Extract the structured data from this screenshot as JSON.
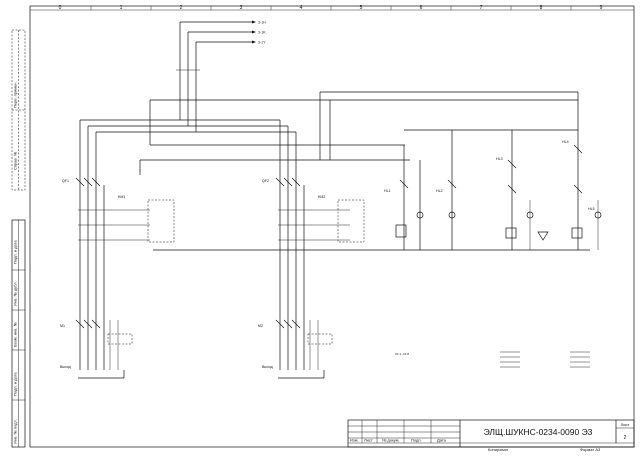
{
  "zones": [
    "0",
    "1",
    "2",
    "3",
    "4",
    "5",
    "6",
    "7",
    "8",
    "9"
  ],
  "left_stamp": {
    "perv_primen": "Перв. примен.",
    "sprav_no": "Справ. №",
    "podp_data_1": "Подп. и дата",
    "inv_dubl": "Инв. № дубл.",
    "vzam_inv": "Взам. инв. №",
    "podp_data_2": "Подп. и дата",
    "inv_podl": "Инв. № подл."
  },
  "title_block": {
    "designation": "ЭЛЩ.ШУКНС-0234-0090 Э3",
    "sheet_label": "Лист",
    "sheet_number": "2",
    "col_izm": "Изм.",
    "col_list": "Лист",
    "col_doc": "№ докум.",
    "col_podp": "Подп.",
    "col_data": "Дата",
    "kopiroval": "Копировал",
    "format": "Формат  А3"
  },
  "schematic": {
    "out1": "3-1H",
    "out2": "3-1K",
    "out3": "3-1Y",
    "qf1": "QF1",
    "qf2": "QF2",
    "km1": "KM1",
    "km2": "KM2",
    "m1": "M1",
    "m2": "M2",
    "vyhod1": "Выход",
    "vyhod2": "Выход",
    "hl1": "HL1",
    "hl2": "HL2",
    "hl3": "HL3",
    "hl4": "HL4",
    "hl5": "HL5",
    "note": "X1:1..X1:8"
  }
}
